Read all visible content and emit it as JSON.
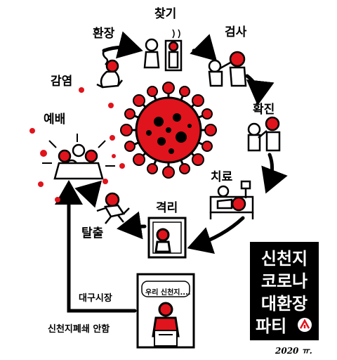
{
  "cycle_labels": {
    "search": "찾기",
    "wander": "환장",
    "test": "검사",
    "infection": "감염",
    "confirmed": "확진",
    "worship": "예배",
    "treatment": "치료",
    "isolation": "격리",
    "escape": "탈출"
  },
  "mayor": {
    "title": "대구시장",
    "caption": "신천지폐쇄 안함",
    "speech": "우리 신천지...."
  },
  "title_box": {
    "line1": "신천지",
    "line2": "코로나",
    "line3": "대환장",
    "line4": "파티"
  },
  "signature": "2020 ㅠ.",
  "colors": {
    "accent_red": "#e0141c",
    "ink": "#000000",
    "title_bg": "#000000",
    "title_text": "#ffffff"
  }
}
